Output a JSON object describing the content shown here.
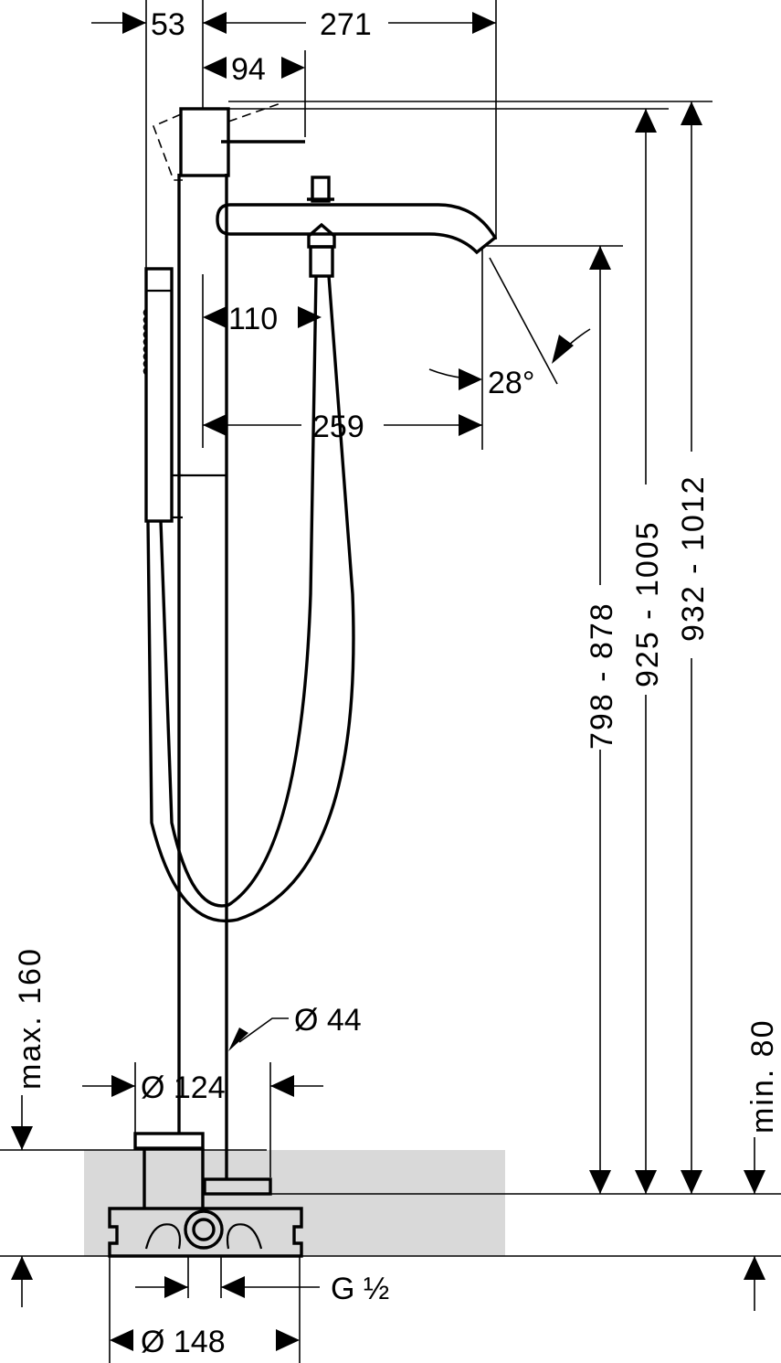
{
  "drawing": {
    "dimensions": {
      "d53": "53",
      "d271": "271",
      "d94": "94",
      "d110": "110",
      "d259": "259",
      "angle": "28°",
      "h_spout": "798 - 878",
      "h_mid": "925 - 1005",
      "h_top": "932 - 1012",
      "max160": "max. 160",
      "min80": "min. 80",
      "dia44": "Ø 44",
      "dia124": "Ø 124",
      "dia148": "Ø 148",
      "thread": "G ½"
    },
    "colors": {
      "line": "#000000",
      "floor": "#d9d9d9"
    }
  }
}
